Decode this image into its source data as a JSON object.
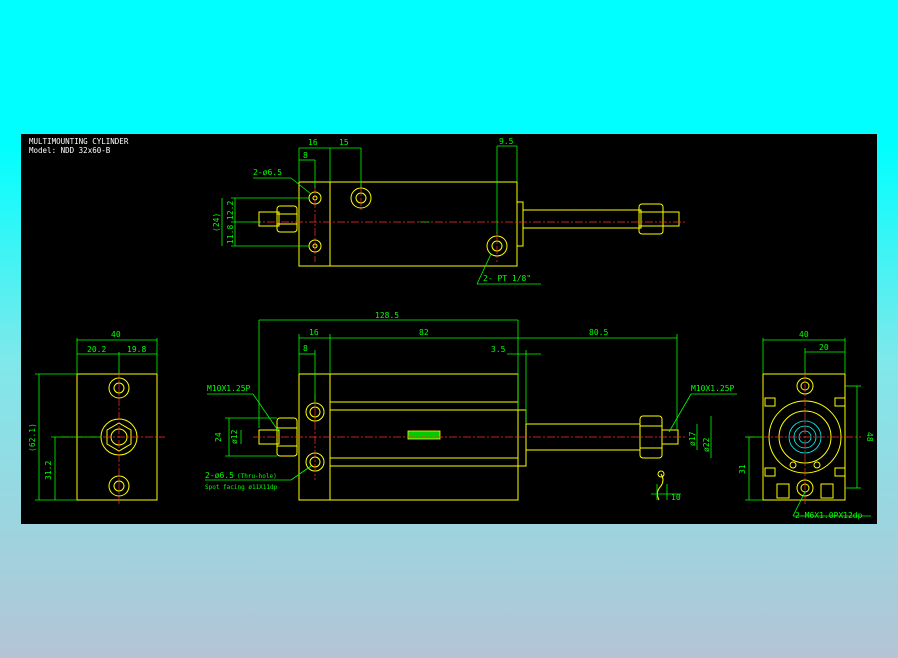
{
  "title_block": {
    "title": "MULTIMOUNTING CYLINDER",
    "model": "Model: NDD 32x60-B"
  },
  "dimensions": {
    "top_16": "16",
    "top_15": "15",
    "top_8": "8",
    "top_9_5": "9.5",
    "top_hole": "2-ø6.5",
    "top_24": "(24)",
    "top_12_2": "12.2",
    "top_11_8": "11.8",
    "top_port": "2- PT 1/8\"",
    "front_128_5": "128.5",
    "front_16": "16",
    "front_82": "82",
    "front_80_5": "80.5",
    "front_8": "8",
    "front_3_5": "3.5",
    "front_thread_left": "M10X1.25P",
    "front_thread_right": "M10X1.25P",
    "front_24": "24",
    "front_dia12": "ø12",
    "front_dia17": "ø17",
    "front_dia22": "ø22",
    "front_hole": "2-ø6.5",
    "front_thru": "(Thru-hole)",
    "front_spot": "Spot facing ø11X11dp",
    "front_10": "10",
    "left_40": "40",
    "left_20_2": "20.2",
    "left_19_8": "19.8",
    "left_62_1": "(62.1)",
    "left_31_2": "31.2",
    "right_40": "40",
    "right_20": "20",
    "right_48": "48",
    "right_31": "31",
    "right_thread": "2-M6X1.0PX12dp"
  },
  "colors": {
    "background_top": "#00ffff",
    "background_bottom": "#b4c4d6",
    "panel": "#000000",
    "outline": "#ffff00",
    "dimension": "#00ff00",
    "centerline": "#ff3030",
    "text": "#ffffff"
  }
}
